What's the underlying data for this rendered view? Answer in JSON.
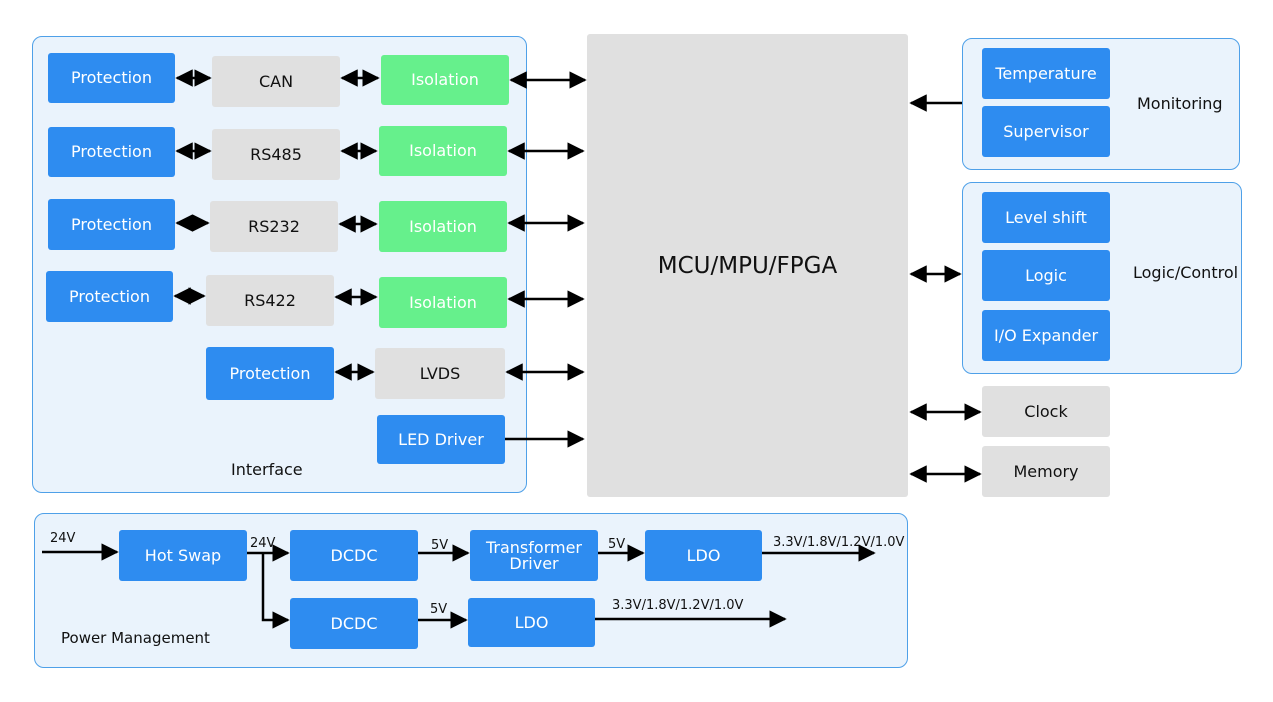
{
  "interface": {
    "title": "Interface",
    "rows": [
      {
        "protection": "Protection",
        "transceiver": "CAN",
        "isolation": "Isolation"
      },
      {
        "protection": "Protection",
        "transceiver": "RS485",
        "isolation": "Isolation"
      },
      {
        "protection": "Protection",
        "transceiver": "RS232",
        "isolation": "Isolation"
      },
      {
        "protection": "Protection",
        "transceiver": "RS422",
        "isolation": "Isolation"
      }
    ],
    "lvds": {
      "protection": "Protection",
      "transceiver": "LVDS"
    },
    "led_driver": "LED Driver"
  },
  "mcu": {
    "label": "MCU/MPU/FPGA"
  },
  "monitoring": {
    "title": "Monitoring",
    "items": [
      "Temperature",
      "Supervisor"
    ]
  },
  "logic_control": {
    "title": "Logic/Control",
    "items": [
      "Level shift",
      "Logic",
      "I/O Expander"
    ]
  },
  "clock": "Clock",
  "memory": "Memory",
  "power": {
    "title": "Power Management",
    "input_voltage": "24V",
    "hot_swap": "Hot Swap",
    "bus_voltage": "24V",
    "dcdc_1": "DCDC",
    "dcdc_1_out": "5V",
    "transformer_driver_line1": "Transformer",
    "transformer_driver_line2": "Driver",
    "transformer_out": "5V",
    "ldo_1": "LDO",
    "ldo_1_out": "3.3V/1.8V/1.2V/1.0V",
    "dcdc_2": "DCDC",
    "dcdc_2_out": "5V",
    "ldo_2": "LDO",
    "ldo_2_out": "3.3V/1.8V/1.2V/1.0V"
  },
  "colors": {
    "group_background": "#eaf3fc",
    "group_border": "#4ea0e8",
    "blue_block": "#2e8cf0",
    "green_block": "#66f08c",
    "gray_block": "#e0e0e0"
  }
}
